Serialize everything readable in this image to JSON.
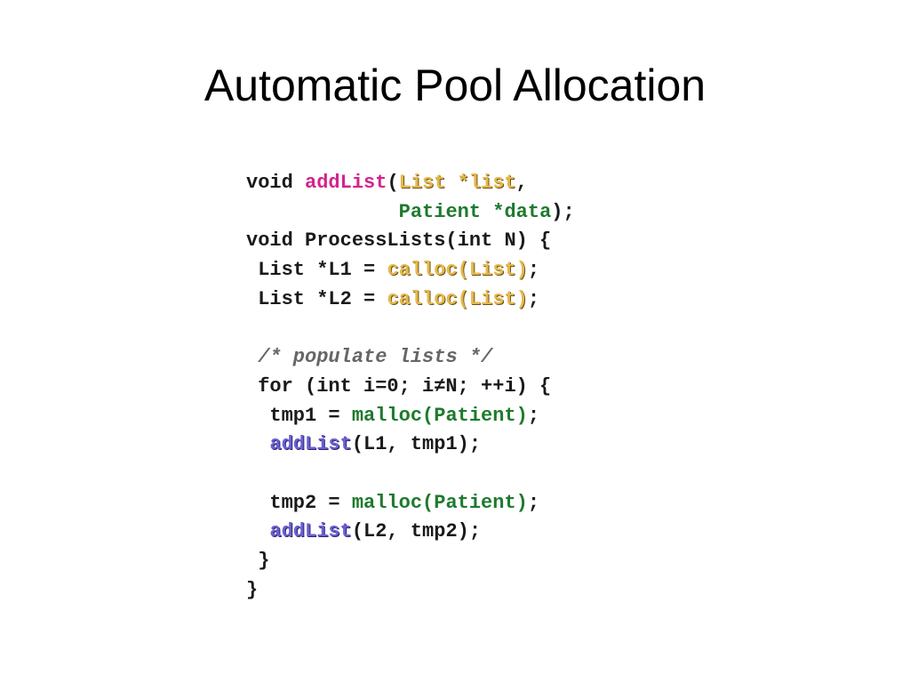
{
  "slide": {
    "title": "Automatic Pool Allocation"
  },
  "code": {
    "lines": [
      [
        {
          "text": "void ",
          "style": "plain"
        },
        {
          "text": "addList",
          "style": "pink"
        },
        {
          "text": "(",
          "style": "plain"
        },
        {
          "text": "List *list",
          "style": "gold"
        },
        {
          "text": ",",
          "style": "plain"
        }
      ],
      [
        {
          "text": "             ",
          "style": "plain"
        },
        {
          "text": "Patient *data",
          "style": "green"
        },
        {
          "text": ");",
          "style": "plain"
        }
      ],
      [
        {
          "text": "void ProcessLists(int N) {",
          "style": "plain"
        }
      ],
      [
        {
          "text": " List *L1 = ",
          "style": "plain"
        },
        {
          "text": "calloc(List)",
          "style": "gold"
        },
        {
          "text": ";",
          "style": "plain"
        }
      ],
      [
        {
          "text": " List *L2 = ",
          "style": "plain"
        },
        {
          "text": "calloc(List)",
          "style": "gold"
        },
        {
          "text": ";",
          "style": "plain"
        }
      ],
      [],
      [
        {
          "text": " ",
          "style": "plain"
        },
        {
          "text": "/* populate lists */",
          "style": "comment"
        }
      ],
      [
        {
          "text": " for (int i=0; i≠N; ++i) {",
          "style": "plain"
        }
      ],
      [
        {
          "text": "  tmp1 = ",
          "style": "plain"
        },
        {
          "text": "malloc(Patient)",
          "style": "green"
        },
        {
          "text": ";",
          "style": "plain"
        }
      ],
      [
        {
          "text": "  ",
          "style": "plain"
        },
        {
          "text": "addList",
          "style": "blue"
        },
        {
          "text": "(L1, tmp1);",
          "style": "plain"
        }
      ],
      [],
      [
        {
          "text": "  tmp2 = ",
          "style": "plain"
        },
        {
          "text": "malloc(Patient)",
          "style": "green"
        },
        {
          "text": ";",
          "style": "plain"
        }
      ],
      [
        {
          "text": "  ",
          "style": "plain"
        },
        {
          "text": "addList",
          "style": "blue"
        },
        {
          "text": "(L2, tmp2);",
          "style": "plain"
        }
      ],
      [
        {
          "text": " }",
          "style": "plain"
        }
      ],
      [
        {
          "text": "}",
          "style": "plain"
        }
      ]
    ]
  },
  "colors": {
    "pink": "#d4248c",
    "gold": "#e6b84a",
    "green": "#1e7a2e",
    "blue": "#6a5fd0",
    "comment": "#666666",
    "plain": "#1a1a1a"
  }
}
